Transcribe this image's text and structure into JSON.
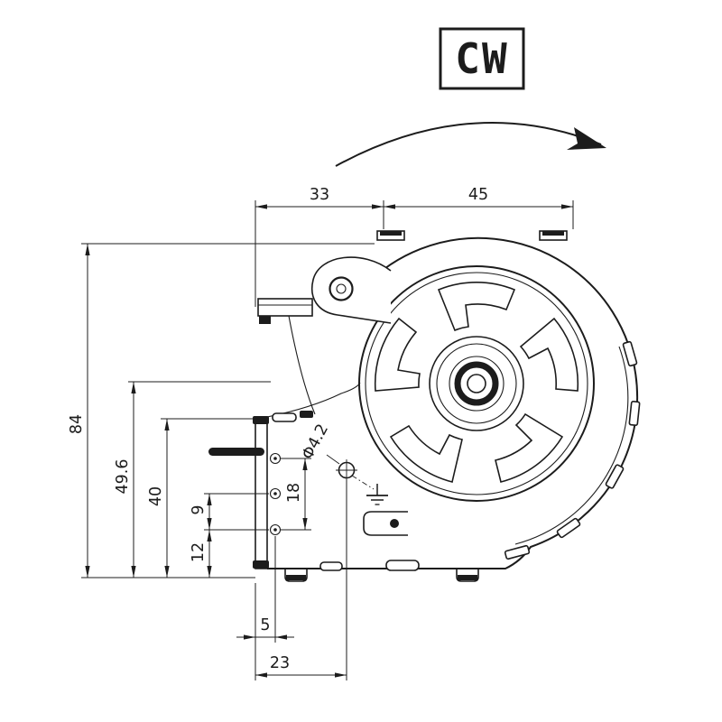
{
  "rotation": {
    "label": "CW"
  },
  "dimensions": {
    "width_motor": "33",
    "width_housing": "45",
    "height_overall": "84",
    "height_axis": "49.6",
    "height_bracket": "40",
    "hole_spacing_lower": "9",
    "hole_offset_bottom": "12",
    "hole_spacing_outer": "18",
    "ground_hole_diameter": "Φ4.2",
    "foot_hole_offset": "5",
    "ground_hole_offset": "23"
  },
  "colors": {
    "line": "#1c1c1c",
    "background": "#ffffff"
  }
}
